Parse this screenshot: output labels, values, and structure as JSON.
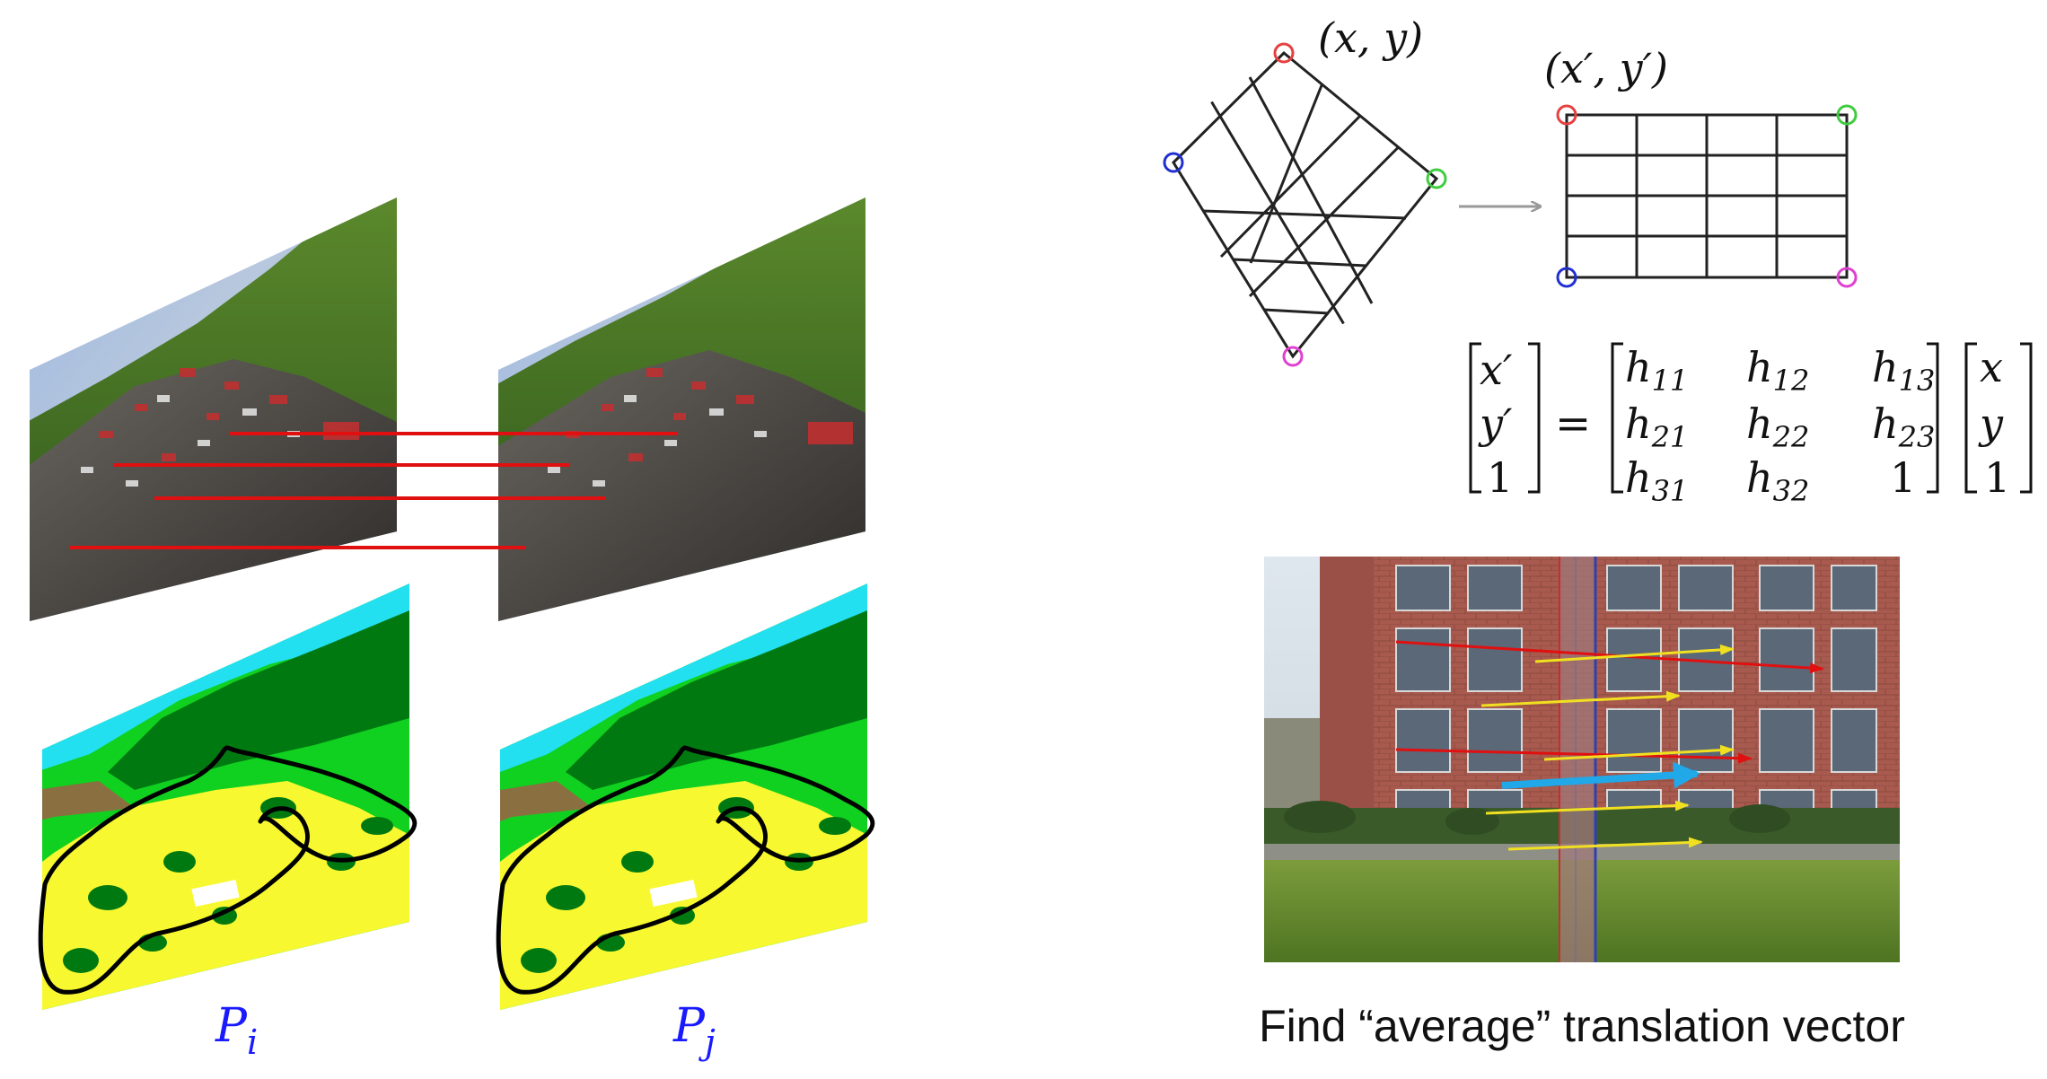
{
  "labels": {
    "pi_base": "P",
    "pi_sub": "i",
    "pj_base": "P",
    "pj_sub": "j",
    "src_point": "(x, y)",
    "dst_point": "(x′, y′)",
    "caption": "Find “average” translation vector"
  },
  "equation": {
    "lhs": [
      "x′",
      "y′",
      "1"
    ],
    "matrix": [
      [
        "h",
        "11",
        "h",
        "12",
        "h",
        "13"
      ],
      [
        "h",
        "21",
        "h",
        "22",
        "h",
        "23"
      ],
      [
        "h",
        "31",
        "h",
        "32",
        "1",
        ""
      ]
    ],
    "rhs": [
      "x",
      "y",
      "1"
    ],
    "equals": "="
  },
  "colors": {
    "label_blue": "#1a1aff",
    "match_red": "#e01010",
    "grid_black": "#222222",
    "corner_red": "#e64040",
    "corner_green": "#40cc40",
    "corner_blue": "#2030d0",
    "corner_magenta": "#e040d0",
    "arrow_gray": "#999999",
    "yellow_arrow": "#f0e020",
    "blue_arrow": "#20a8e8",
    "seg_cyan": "#22e0f0",
    "seg_dark_green": "#007a10",
    "seg_green": "#10d020",
    "seg_yellow": "#f8f830",
    "seg_brown": "#8a7040"
  }
}
